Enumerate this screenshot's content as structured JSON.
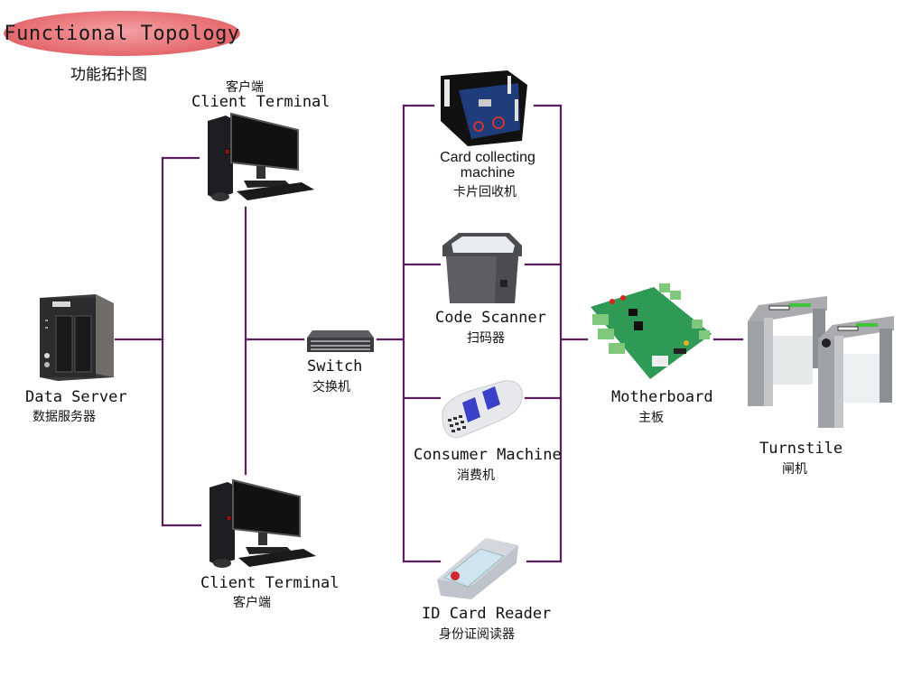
{
  "title": {
    "en": "Functional Topology",
    "zh": "功能拓扑图",
    "oval_color": "#e16268"
  },
  "line_color": "#5a1e5e",
  "nodes": {
    "data_server": {
      "en": "Data Server",
      "zh": "数据服务器",
      "icon": "nas-server-icon"
    },
    "client_top": {
      "zh": "客户端",
      "en": "Client Terminal",
      "icon": "desktop-computer-icon"
    },
    "client_bottom": {
      "en": "Client Terminal",
      "zh": "客户端",
      "icon": "desktop-computer-icon"
    },
    "switch": {
      "en": "Switch",
      "zh": "交换机",
      "icon": "network-switch-icon"
    },
    "card_collector": {
      "en_line1": "Card collecting",
      "en_line2": "machine",
      "zh": "卡片回收机",
      "icon": "card-collector-icon"
    },
    "code_scanner": {
      "en": "Code Scanner",
      "zh": "扫码器",
      "icon": "qr-scanner-icon"
    },
    "consumer_machine": {
      "en": "Consumer Machine",
      "zh": "消费机",
      "icon": "pos-terminal-icon"
    },
    "id_card_reader": {
      "en": "ID Card Reader",
      "zh": "身份证阅读器",
      "icon": "id-card-reader-icon"
    },
    "motherboard": {
      "en": "Motherboard",
      "zh": "主板",
      "icon": "circuit-board-icon"
    },
    "turnstile": {
      "en": "Turnstile",
      "zh": "闸机",
      "icon": "turnstile-gate-icon"
    }
  },
  "connections": [
    [
      "data_server",
      "client_top"
    ],
    [
      "data_server",
      "client_bottom"
    ],
    [
      "client_top",
      "switch"
    ],
    [
      "client_bottom",
      "switch"
    ],
    [
      "switch",
      "card_collector"
    ],
    [
      "switch",
      "code_scanner"
    ],
    [
      "switch",
      "consumer_machine"
    ],
    [
      "switch",
      "id_card_reader"
    ],
    [
      "card_collector",
      "motherboard"
    ],
    [
      "code_scanner",
      "motherboard"
    ],
    [
      "consumer_machine",
      "motherboard"
    ],
    [
      "id_card_reader",
      "motherboard"
    ],
    [
      "motherboard",
      "turnstile"
    ]
  ]
}
